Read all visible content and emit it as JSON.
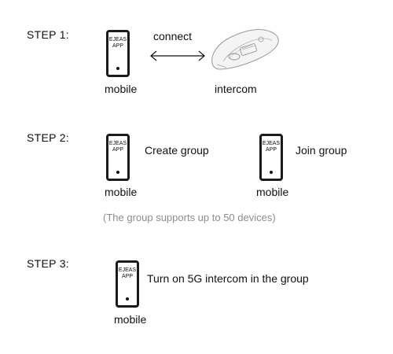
{
  "steps": [
    {
      "label": "STEP 1:",
      "phone_text": [
        "EJEAS",
        "APP"
      ],
      "device_label": "mobile",
      "connect_label": "connect",
      "target_label": "intercom"
    },
    {
      "label": "STEP 2:",
      "phone_text": [
        "EJEAS",
        "APP"
      ],
      "device_label": "mobile",
      "action_label": "Create group",
      "second_device_label": "mobile",
      "second_action_label": "Join group",
      "note": "(The group supports up to 50 devices)"
    },
    {
      "label": "STEP 3:",
      "phone_text": [
        "EJEAS",
        "APP"
      ],
      "device_label": "mobile",
      "action_label": "Turn on 5G intercom in the group"
    }
  ],
  "icons": {
    "connect_arrow": "double-arrow-icon",
    "intercom": "intercom-device-icon",
    "phone": "phone-icon"
  }
}
